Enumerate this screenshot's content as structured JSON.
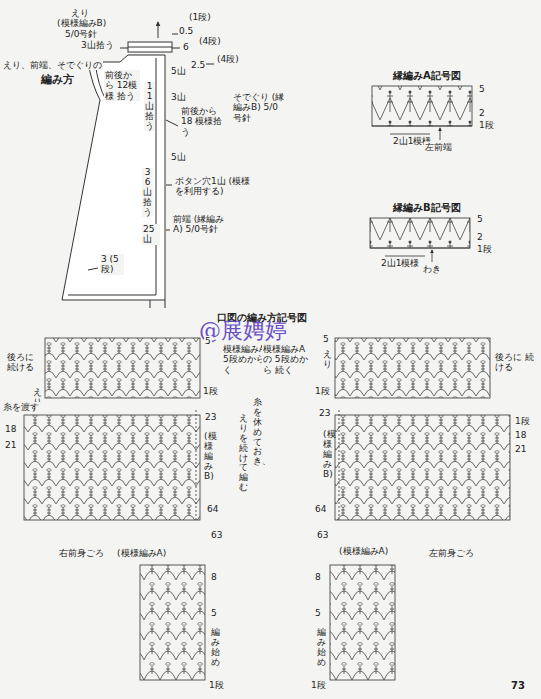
{
  "diagram": {
    "labels": [
      "えり、前端、そでぐりの",
      "編み方",
      "えり",
      "(模様編みB)",
      "5/0号針",
      "3山拾う",
      "0.5",
      "(1段)",
      "6",
      "(4段)",
      "2.5",
      "(4段)",
      "5山",
      "前後から 12模様 拾う",
      "11山拾う",
      "3山",
      "5山",
      "前後から 18 模様拾う",
      "そでぐり (縁編みB) 5/0号針",
      "ボタン穴1山 (模様を利用する)",
      "36山拾う",
      "25 山",
      "前端 (縁編みA) 5/0号針",
      "3 (5段)",
      "縁編みA記号図",
      "5",
      "2",
      "1段",
      "2山1模様",
      "左前端",
      "縁編みB記号図",
      "5",
      "2",
      "1段",
      "2山1模様",
      "わき",
      "口図の編み方記号図",
      "@展娉婷",
      "模様編みAの 5段めから 続く",
      "5",
      "1段",
      "後ろに 続ける",
      "えり",
      "糸を渡す",
      "18",
      "21",
      "23",
      "(模様編みB)",
      "糸を休めておき、",
      "えりを続けて編む",
      "64",
      "63",
      "右前身ごろ",
      "(模様編みA)",
      "8",
      "5",
      "編み始め",
      "1段",
      "模様編みAの 5段めから 続く",
      "5",
      "1段",
      "えり",
      "後ろに 続ける",
      "23",
      "1段",
      "18",
      "21",
      "(模様編みB)",
      "64",
      "63",
      "(模様編みA)",
      "左前身ごろ",
      "8",
      "5",
      "編み始め",
      "1段",
      "73"
    ]
  }
}
